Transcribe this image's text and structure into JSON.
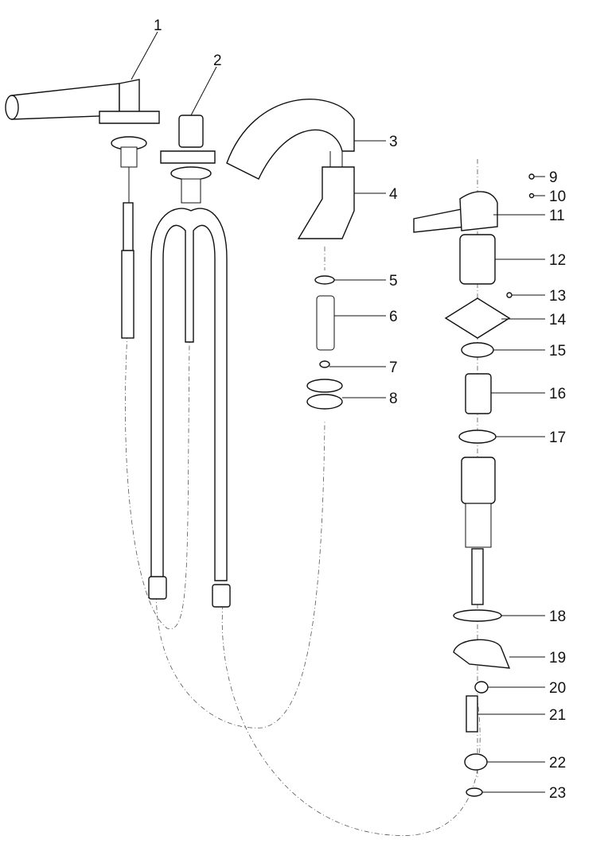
{
  "diagram": {
    "type": "exploded-parts-view",
    "part_numbers": [
      "1",
      "2",
      "3",
      "4",
      "5",
      "6",
      "7",
      "8",
      "9",
      "10",
      "11",
      "12",
      "13",
      "14",
      "15",
      "16",
      "17",
      "18",
      "19",
      "20",
      "21",
      "22",
      "23"
    ]
  }
}
